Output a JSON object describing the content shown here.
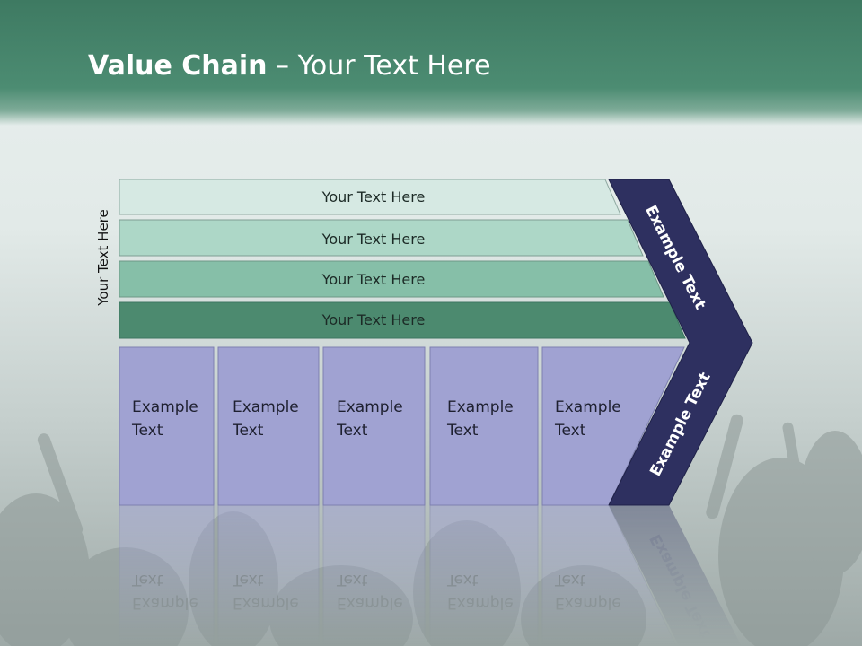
{
  "title": {
    "bold": "Value Chain",
    "rest": " – Your Text Here"
  },
  "side_label": "Your Text Here",
  "bars": [
    {
      "label": "Your Text Here",
      "color": "#d6e9e3"
    },
    {
      "label": "Your Text Here",
      "color": "#add7c7"
    },
    {
      "label": "Your Text Here",
      "color": "#86bfa8"
    },
    {
      "label": "Your Text Here",
      "color": "#4c8a6f"
    }
  ],
  "boxes": [
    {
      "line1": "Example",
      "line2": "Text"
    },
    {
      "line1": "Example",
      "line2": "Text"
    },
    {
      "line1": "Example",
      "line2": "Text"
    },
    {
      "line1": "Example",
      "line2": "Text"
    },
    {
      "line1": "Example",
      "line2": "Text"
    }
  ],
  "chevron_top": "Example Text",
  "chevron_bottom": "Example Text",
  "colors": {
    "box": "#a0a2d2",
    "chevron": "#2e3060",
    "header": "#4c8c72"
  }
}
